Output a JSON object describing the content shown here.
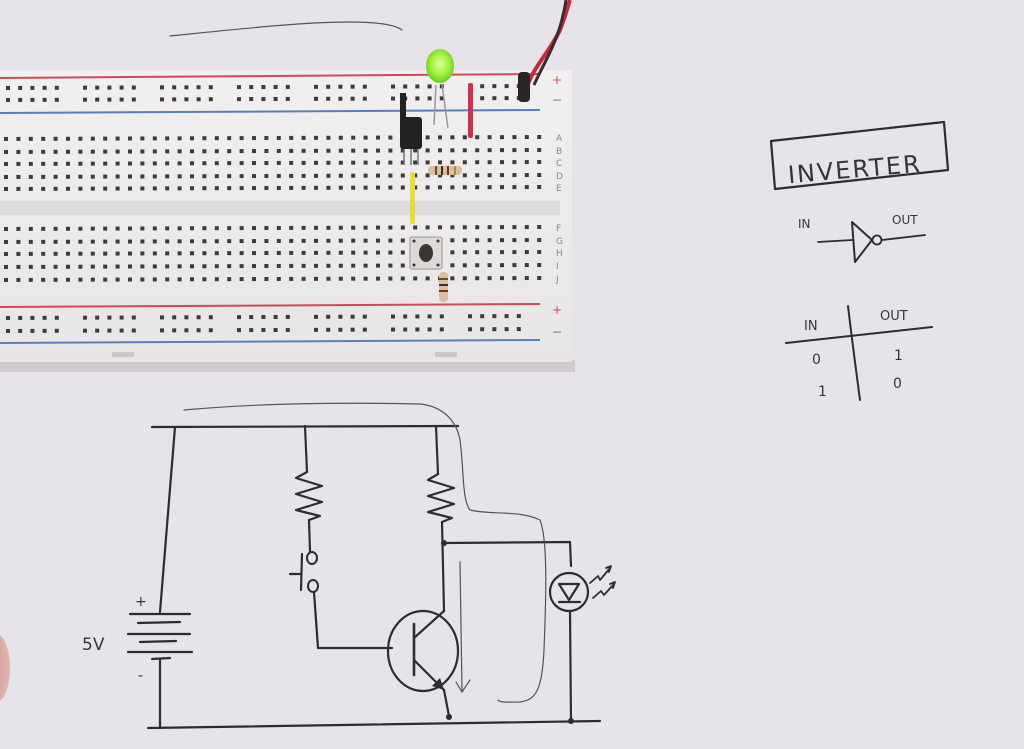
{
  "scene": {
    "description": "Photo of a breadboard inverter circuit with a hand-drawn schematic and truth table",
    "paper_color": "#e6e3ea",
    "ink_color": "#2e2c33"
  },
  "breadboard": {
    "rail_plus_label": "+",
    "rail_minus_label": "−",
    "row_labels_top": [
      "A",
      "B",
      "C",
      "D",
      "E"
    ],
    "row_labels_bottom": [
      "F",
      "G",
      "H",
      "I",
      "J"
    ],
    "components": {
      "led": {
        "state": "on",
        "color": "#9cf23a"
      },
      "transistor": "NPN",
      "pushbutton": "tactile switch",
      "jumper_red": "#d0304f",
      "jumper_yellow": "#e8de3a",
      "power_wire": "#c42a3c"
    },
    "red_rail_color": "#d24a5a",
    "blue_rail_color": "#5a7fb8"
  },
  "inverter_panel": {
    "title": "INVERTER",
    "gate_in_label": "IN",
    "gate_out_label": "OUT",
    "truth_table": {
      "headers": [
        "IN",
        "OUT"
      ],
      "rows": [
        [
          "0",
          "1"
        ],
        [
          "1",
          "0"
        ]
      ]
    }
  },
  "schematic": {
    "battery_label": "5V",
    "battery_plus": "+",
    "battery_minus": "-"
  }
}
